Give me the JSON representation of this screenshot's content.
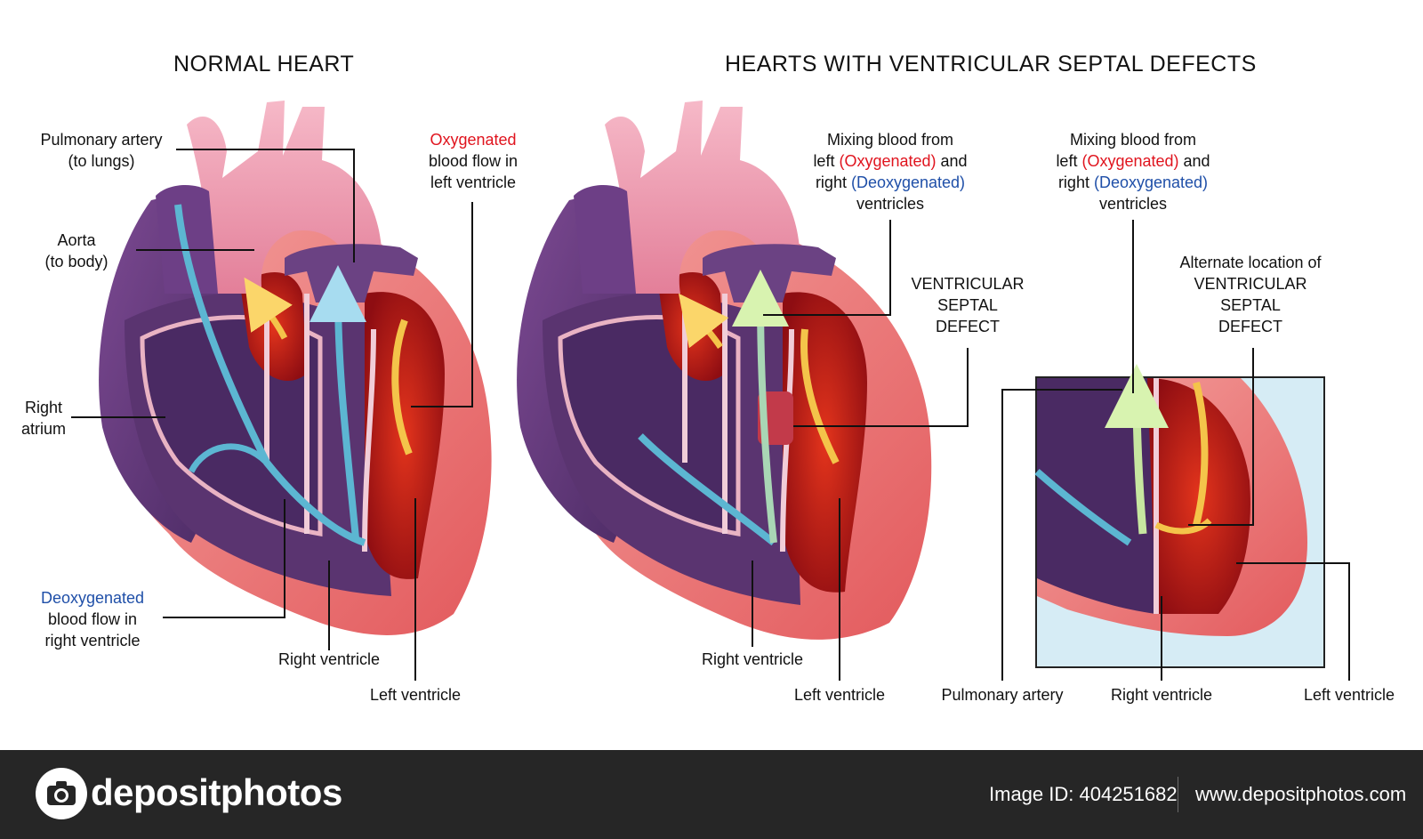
{
  "titles": {
    "normal": "NORMAL HEART",
    "vsd": "HEARTS WITH VENTRICULAR SEPTAL DEFECTS"
  },
  "normal_labels": {
    "pulmonary_artery": [
      "Pulmonary artery",
      "(to lungs)"
    ],
    "aorta": [
      "Aorta",
      "(to body)"
    ],
    "right_atrium": [
      "Right",
      "atrium"
    ],
    "oxygenated": {
      "colored": "Oxygenated",
      "lines": [
        "blood flow in",
        "left ventricle"
      ]
    },
    "deoxygenated": {
      "colored": "Deoxygenated",
      "lines": [
        "blood flow in",
        "right ventricle"
      ]
    },
    "right_ventricle": "Right ventricle",
    "left_ventricle": "Left ventricle"
  },
  "vsd_labels": {
    "mixing_1": {
      "line1": "Mixing blood from",
      "left_pre": "left ",
      "oxy": "(Oxygenated)",
      "left_post": " and",
      "right_pre": "right ",
      "deoxy": "(Deoxygenated)",
      "line4": "ventricles"
    },
    "mixing_2": {
      "line1": "Mixing blood from",
      "left_pre": "left ",
      "oxy": "(Oxygenated)",
      "left_post": " and",
      "right_pre": "right ",
      "deoxy": "(Deoxygenated)",
      "line4": "ventricles"
    },
    "vsd": [
      "VENTRICULAR",
      "SEPTAL",
      "DEFECT"
    ],
    "alternate": [
      "Alternate location of",
      "VENTRICULAR",
      "SEPTAL",
      "DEFECT"
    ],
    "right_ventricle_1": "Right ventricle",
    "left_ventricle_1": "Left ventricle",
    "pulmonary_artery_2": "Pulmonary artery",
    "right_ventricle_2": "Right ventricle",
    "left_ventricle_2": "Left ventricle"
  },
  "footer": {
    "brand": "depositphotos",
    "image_id": "Image ID: 404251682",
    "site": "www.depositphotos.com"
  },
  "colors": {
    "oxygenated_red": "#e0141e",
    "deoxygenated_blue": "#1f4fa8",
    "footer_bg": "#262626"
  }
}
